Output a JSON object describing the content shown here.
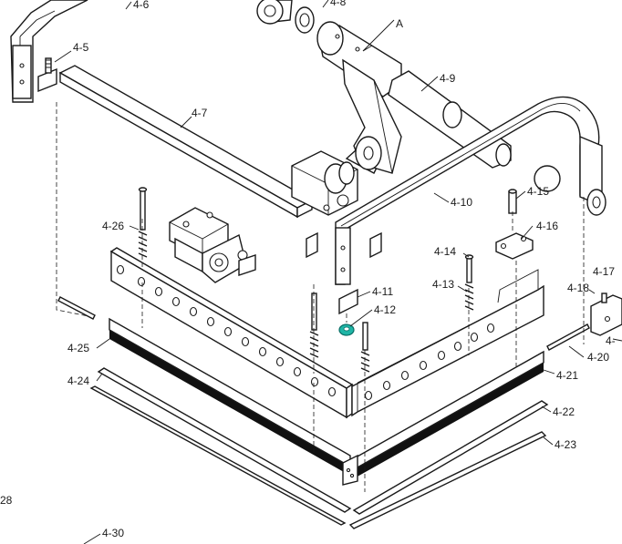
{
  "diagram": {
    "highlight_color": "#1fb5a6",
    "line_color": "#1a1a1a",
    "highlighted_part": "4-12",
    "callouts": {
      "a": "A",
      "p4_5": "4-5",
      "p4_6": "4-6",
      "p4_7": "4-7",
      "p4_8": "4-8",
      "p4_9": "4-9",
      "p4_10": "4-10",
      "p4_11": "4-11",
      "p4_12": "4-12",
      "p4_13": "4-13",
      "p4_14": "4-14",
      "p4_15": "4-15",
      "p4_16": "4-16",
      "p4_17": "4-17",
      "p4_18": "4-18",
      "p4_19": "4-",
      "p4_20": "4-20",
      "p4_21": "4-21",
      "p4_22": "4-22",
      "p4_23": "4-23",
      "p4_24": "4-24",
      "p4_25": "4-25",
      "p4_26": "4-26",
      "p4_28": "28",
      "p4_30": "4-30"
    }
  }
}
